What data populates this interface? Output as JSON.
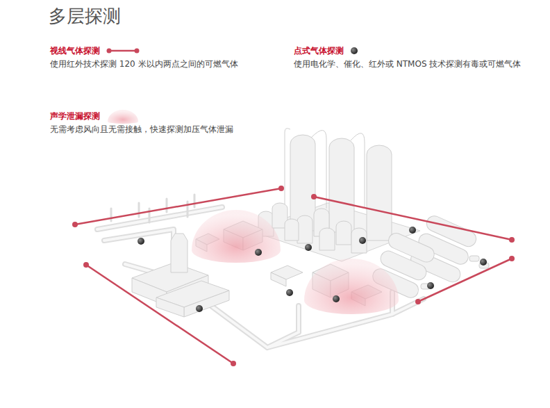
{
  "diagram": {
    "title": "多层探测",
    "labels": [
      "使用红外技术探测 120 米以内两点之间的可燃气体",
      "使用电化学、催化、红外或 NTMOS 技术探测有毒或可燃气体",
      "无需考虑风向且无需接触，快速探测加压气体泄漏"
    ],
    "legend": [
      {
        "text": "视线气体探测"
      },
      {
        "text": "点式气体探测"
      },
      {
        "text": "声学泄漏探测"
      }
    ]
  }
}
